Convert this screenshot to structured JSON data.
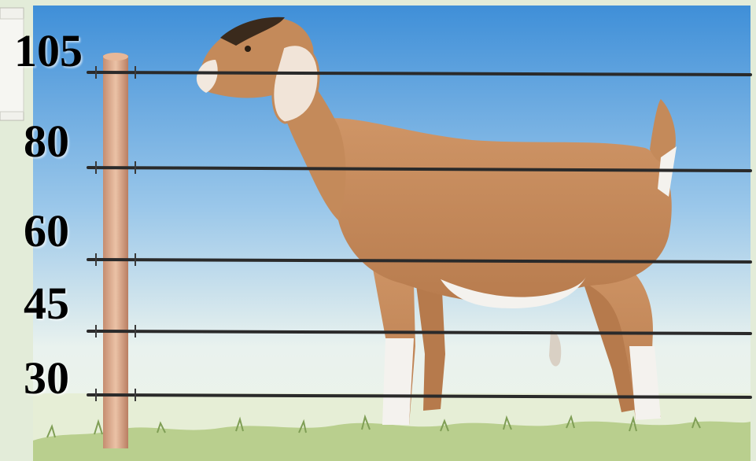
{
  "fence": {
    "wire_heights": [
      "105",
      "80",
      "60",
      "45",
      "30"
    ]
  },
  "colors": {
    "background": "#e3ecd9",
    "sky_top": "#3f8fd8",
    "sky_bottom": "#e9f2ee",
    "grass": "#b9cf8e",
    "goat_body": "#c48a5a",
    "goat_dark": "#3a2a1c",
    "post": "#d9a98a",
    "wire": "#2a2a2a"
  }
}
